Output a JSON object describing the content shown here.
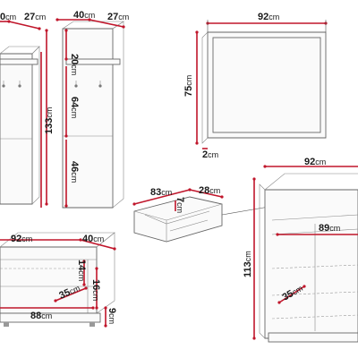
{
  "unit": "cm",
  "colors": {
    "dimension": "#c0162b",
    "outline": "#666666",
    "text": "#1a1a1a"
  },
  "panel_left": {
    "width": "0",
    "depth": "27"
  },
  "panel_coat": {
    "width": "40",
    "depth": "27",
    "top_section": "20",
    "middle_section": "64",
    "height": "133",
    "bottom_section": "46"
  },
  "mirror": {
    "width": "92",
    "height": "75",
    "depth": "2"
  },
  "drawer": {
    "width": "83",
    "depth": "28",
    "height": "7"
  },
  "shoe_cabinet": {
    "width": "92",
    "depth": "40",
    "inner_height": "14",
    "inner_depth": "35",
    "shelf_height": "16",
    "inner_width": "88",
    "leg_height": "9"
  },
  "sideboard": {
    "width": "92",
    "height": "113",
    "inner_width": "89",
    "inner_depth": "35"
  }
}
